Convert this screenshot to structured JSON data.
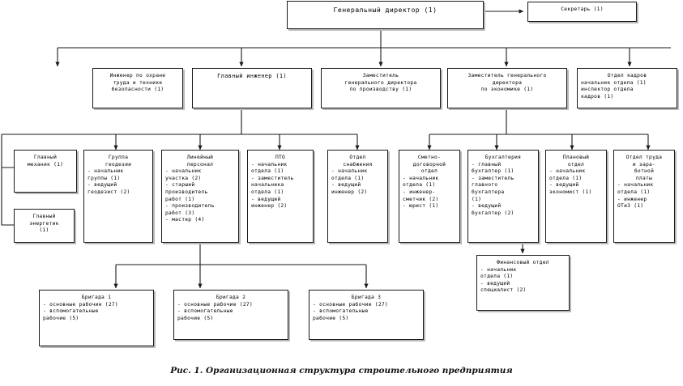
{
  "figure": {
    "caption": "Рис. 1. Организационная структура строительного предприятия"
  },
  "nodes": {
    "general_director": {
      "title": "Генеральный директор (1)",
      "items": ""
    },
    "secretary": {
      "title": "Секретарь (1)",
      "items": ""
    },
    "safety_engineer": {
      "title": "Инженер по охране\nтруда и технике\nбезопасности (1)",
      "items": ""
    },
    "chief_engineer": {
      "title": "Главный инженер (1)",
      "items": ""
    },
    "deputy_production": {
      "title": "Заместитель\nгенерального директора\nпо производству (1)",
      "items": ""
    },
    "deputy_economy": {
      "title": "Заместитель генерального\nдиректора\nпо экономике (1)",
      "items": ""
    },
    "hr_department": {
      "title": "Отдел кадров",
      "items": "начальник отдела (1)\nинспектор отдела\nкадров (1)"
    },
    "chief_mechanic": {
      "title": "Главный\nмеханик (1)",
      "items": ""
    },
    "chief_power_engineer": {
      "title": "Главный\nэнергетик\n(1)",
      "items": ""
    },
    "geodesy_group": {
      "title": "Группа\nгеодезии",
      "items": "- начальник\nгруппы (1)\n- ведущий\nгеодезист (2)"
    },
    "line_personnel": {
      "title": "Линейный\nперсонал",
      "items": "- начальник\nучастка (2)\n- старший\nпроизводитель\nработ (1)\n- производитель\nработ (3)\n- мастер (4)"
    },
    "pto": {
      "title": "ПТО",
      "items": "- начальник\nотдела (1)\n- заместитель\nначальника\nотдела (1)\n- ведущий\nинженер (2)"
    },
    "supply_department": {
      "title": "Отдел\nснабжения",
      "items": "- начальник\nотдела (1)\n- ведущий\nинженер (2)"
    },
    "estimate_contract_department": {
      "title": "Сметно-\nдоговорной\nотдел",
      "items": "- начальник\nотдела (1)\n- инженер-\nсметчик (2)\n- юрист (1)"
    },
    "accounting": {
      "title": "Бухгалтерия",
      "items": "- главный\nбухгалтер (1)\n- заместитель\nглавного\nбухгалтера\n(1)\n- ведущий\nбухгалтер (2)"
    },
    "planning_department": {
      "title": "Плановый\nотдел",
      "items": "- начальник\nотдела (1)\n- ведущий\nэкономист (1)"
    },
    "labor_wages_department": {
      "title": "Отдел труда\nи зара-\nботной\nплаты",
      "items": "- начальник\nотдела (1)\n- инженер\nОТиЗ (1)"
    },
    "financial_department": {
      "title": "Финансовый отдел",
      "items": "- начальник\nотдела (1)\n- ведущий\nспециалист (2)"
    },
    "brigade_1": {
      "title": "Бригада 1",
      "items": "- основные рабочие (27)\n- вспомогательные\nрабочие (5)"
    },
    "brigade_2": {
      "title": "Бригада 2",
      "items": "- основные рабочие (27)\n- вспомогательные\nрабочие (5)"
    },
    "brigade_3": {
      "title": "Бригада 3",
      "items": "- основные рабочие (27)\n- вспомогательные\nрабочие (5)"
    }
  },
  "colors": {
    "line": "#1a1a1a",
    "shadow": "#b9b9b9",
    "background": "#ffffff"
  }
}
